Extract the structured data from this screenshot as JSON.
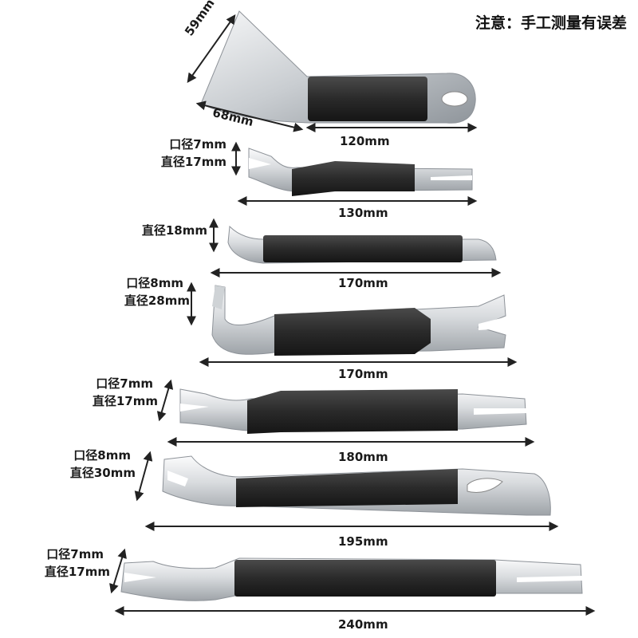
{
  "note": "注意：手工测量有误差",
  "tools": [
    {
      "type": "wedge",
      "labels": [
        "59mm",
        "68mm"
      ],
      "length": "120mm"
    },
    {
      "type": "fork",
      "labels": [
        "口径7mm",
        "直径17mm"
      ],
      "length": "130mm"
    },
    {
      "type": "flat",
      "labels": [
        "直径18mm"
      ],
      "length": "170mm"
    },
    {
      "type": "hook",
      "labels": [
        "口径8mm",
        "直径28mm"
      ],
      "length": "170mm"
    },
    {
      "type": "fork",
      "labels": [
        "口径7mm",
        "直径17mm"
      ],
      "length": "180mm"
    },
    {
      "type": "fork-hole",
      "labels": [
        "口径8mm",
        "直径30mm"
      ],
      "length": "195mm"
    },
    {
      "type": "fork",
      "labels": [
        "口径7mm",
        "直径17mm"
      ],
      "length": "240mm"
    }
  ],
  "colors": {
    "handle": "#2a2a2a",
    "steel_light": "#f2f3f4",
    "steel_dark": "#9aa0a6",
    "dimension": "#222222"
  }
}
